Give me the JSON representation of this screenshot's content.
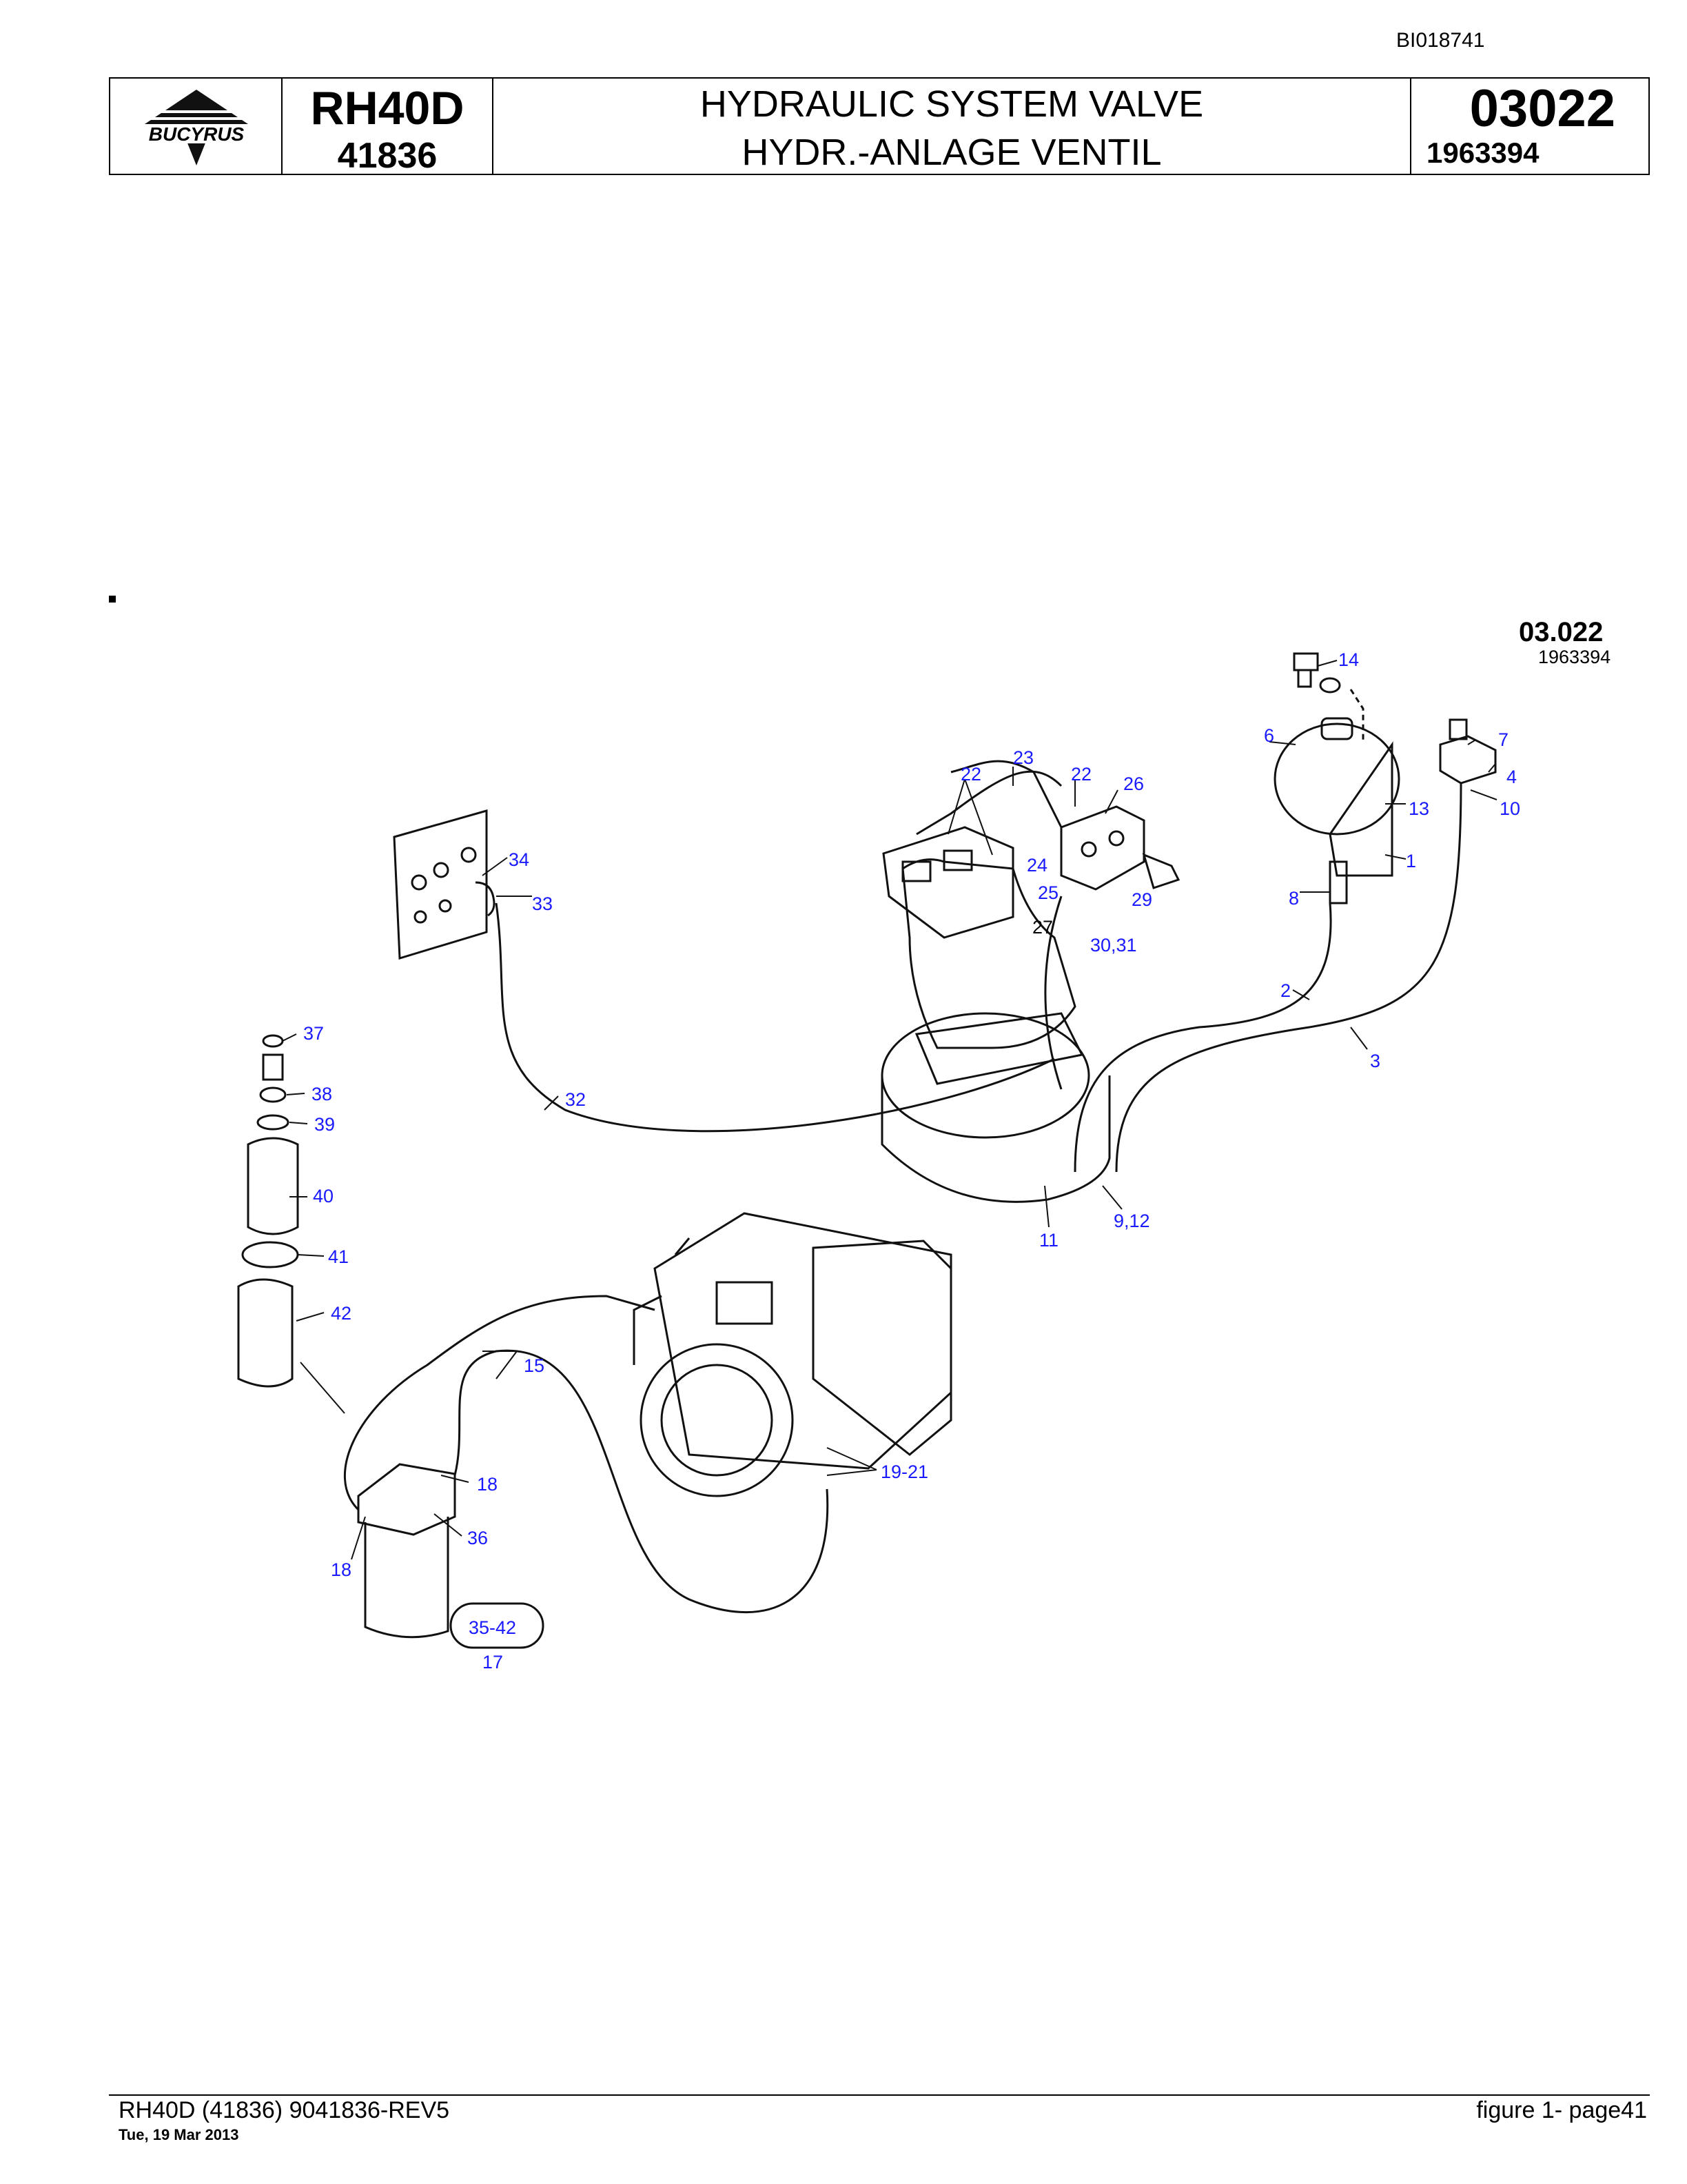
{
  "doc_id": "BI018741",
  "header": {
    "brand": "BUCYRUS",
    "model": "RH40D",
    "serial": "41836",
    "title_en": "HYDRAULIC SYSTEM VALVE",
    "title_de": "HYDR.-ANLAGE VENTIL",
    "group_no": "03022",
    "part_no": "1963394"
  },
  "drawing": {
    "ref_group": "03.022",
    "ref_part": "1963394",
    "callouts": {
      "c1": "1",
      "c2": "2",
      "c3": "3",
      "c4": "4",
      "c6": "6",
      "c7": "7",
      "c8": "8",
      "c10": "10",
      "c11": "11",
      "c13": "13",
      "c14": "14",
      "c15": "15",
      "c17": "17",
      "c18a": "18",
      "c18b": "18",
      "c22a": "22",
      "c22b": "22",
      "c23": "23",
      "c24": "24",
      "c25": "25",
      "c26": "26",
      "c27": "27",
      "c29": "29",
      "c32": "32",
      "c33": "33",
      "c34": "34",
      "c36": "36",
      "c37": "37",
      "c38": "38",
      "c39": "39",
      "c40": "40",
      "c41": "41",
      "c42": "42",
      "c9_12": "9,12",
      "c30_31": "30,31",
      "c19_21": "19-21",
      "c35_42": "35-42"
    }
  },
  "footer": {
    "left": "RH40D (41836) 9041836-REV5",
    "date": "Tue, 19 Mar 2013",
    "right": "figure  1- page41"
  }
}
